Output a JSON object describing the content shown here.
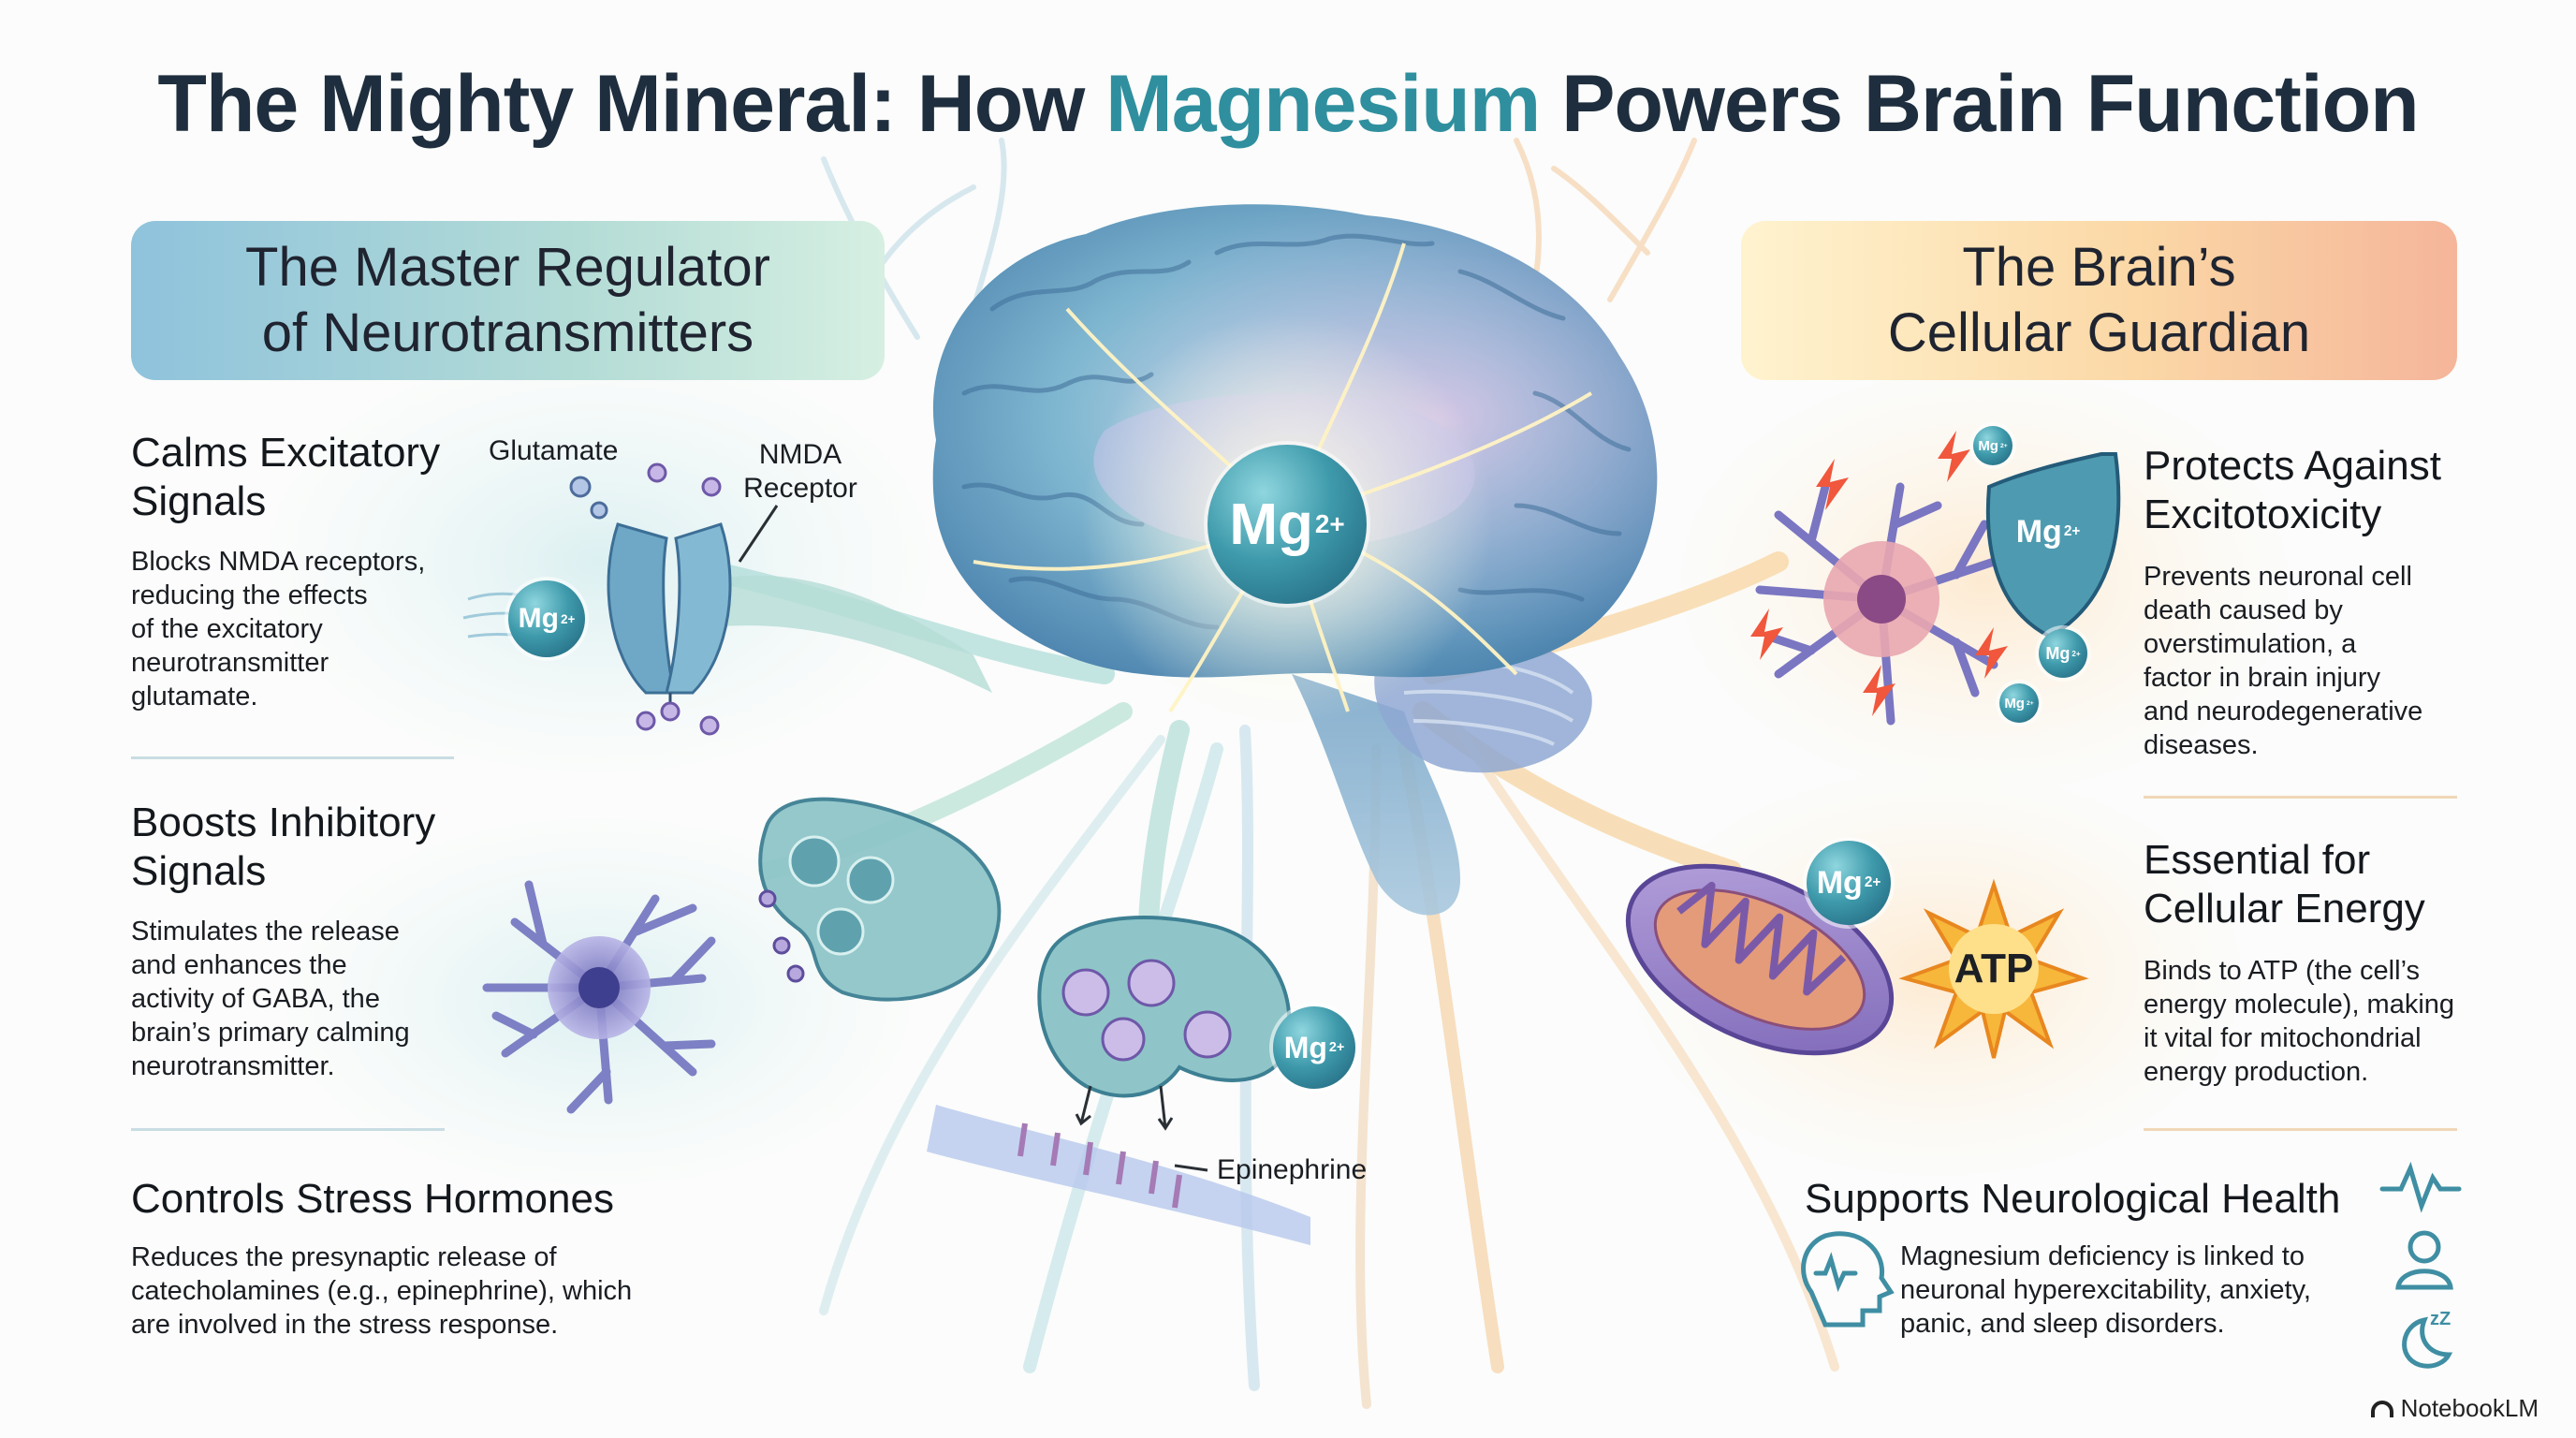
{
  "title": {
    "pre": "The Mighty Mineral: How ",
    "accent": "Magnesium",
    "post": " Powers Brain Function"
  },
  "left_banner": {
    "line1": "The Master Regulator",
    "line2": "of Neurotransmitters"
  },
  "right_banner": {
    "line1": "The Brain’s",
    "line2": "Cellular Guardian"
  },
  "center": {
    "symbol": "Mg",
    "charge": "2+"
  },
  "left_sections": [
    {
      "heading_1": "Calms Excitatory",
      "heading_2": "Signals",
      "body": [
        "Blocks NMDA receptors,",
        "reducing the effects",
        "of the excitatory",
        "neurotransmitter",
        "glutamate."
      ]
    },
    {
      "heading_1": "Boosts Inhibitory",
      "heading_2": "Signals",
      "body": [
        "Stimulates the release",
        "and enhances the",
        "activity of GABA, the",
        "brain’s primary calming",
        "neurotransmitter."
      ]
    },
    {
      "heading_1": "Controls Stress Hormones",
      "body": [
        "Reduces the presynaptic release of",
        "catecholamines (e.g., epinephrine), which",
        "are involved in the stress response."
      ]
    }
  ],
  "right_sections": [
    {
      "heading_1": "Protects Against",
      "heading_2": "Excitotoxicity",
      "body": [
        "Prevents neuronal cell",
        "death caused by",
        "overstimulation, a",
        "factor in brain injury",
        "and neurodegenerative",
        "diseases."
      ]
    },
    {
      "heading_1": "Essential for",
      "heading_2": "Cellular Energy",
      "body": [
        "Binds to ATP (the cell’s",
        "energy molecule), making",
        "it vital for mitochondrial",
        "energy production."
      ]
    },
    {
      "heading_1": "Supports Neurological Health",
      "body": [
        "Magnesium deficiency is linked to",
        "neuronal hyperexcitability, anxiety,",
        "panic, and sleep disorders."
      ]
    }
  ],
  "labels": {
    "glutamate": "Glutamate",
    "nmda_1": "NMDA",
    "nmda_2": "Receptor",
    "epinephrine": "Epinephrine",
    "atp": "ATP",
    "mg_small": "Mg",
    "zz": "zZ"
  },
  "branding": "NotebookLM",
  "colors": {
    "title": "#1f2e3e",
    "accent": "#2f8f9e",
    "teal": "#3e9aab",
    "orange": "#f2a85a"
  }
}
